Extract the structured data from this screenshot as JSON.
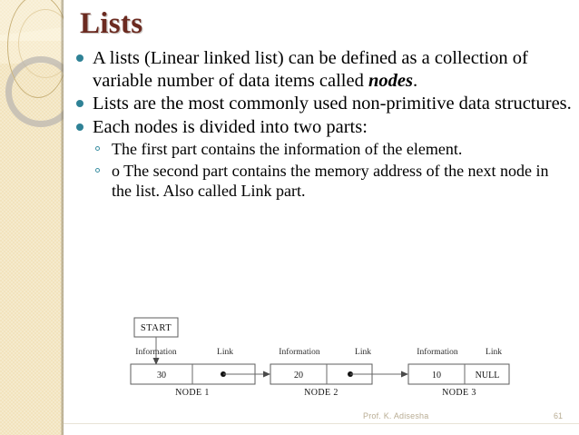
{
  "slide": {
    "title": "Lists",
    "accent_color": "#2f8296",
    "title_color": "#6b2a20",
    "sidebar_color": "#f2e3bd"
  },
  "bullets": [
    {
      "level": 1,
      "text_before": "A lists (Linear linked list) can be defined as a collection of variable number of data items called ",
      "emphasis": "nodes",
      "text_after": "."
    },
    {
      "level": 1,
      "text": "Lists are the most commonly used non-primitive data structures."
    },
    {
      "level": 1,
      "text": "Each nodes is divided into two parts:"
    }
  ],
  "sub_bullets": [
    {
      "level": 2,
      "text": "The first part contains the information of the element."
    },
    {
      "level": 2,
      "text": "o The second part contains the memory address of the next node in the list. Also called Link part."
    }
  ],
  "diagram": {
    "start_label": "START",
    "column_headers": {
      "information": "Information",
      "link": "Link"
    },
    "nodes": [
      {
        "name": "NODE 1",
        "information": "30",
        "link": "pointer"
      },
      {
        "name": "NODE 2",
        "information": "20",
        "link": "pointer"
      },
      {
        "name": "NODE 3",
        "information": "10",
        "link": "NULL"
      }
    ]
  },
  "footer": {
    "author": "Prof. K. Adisesha",
    "page_number": "61"
  }
}
